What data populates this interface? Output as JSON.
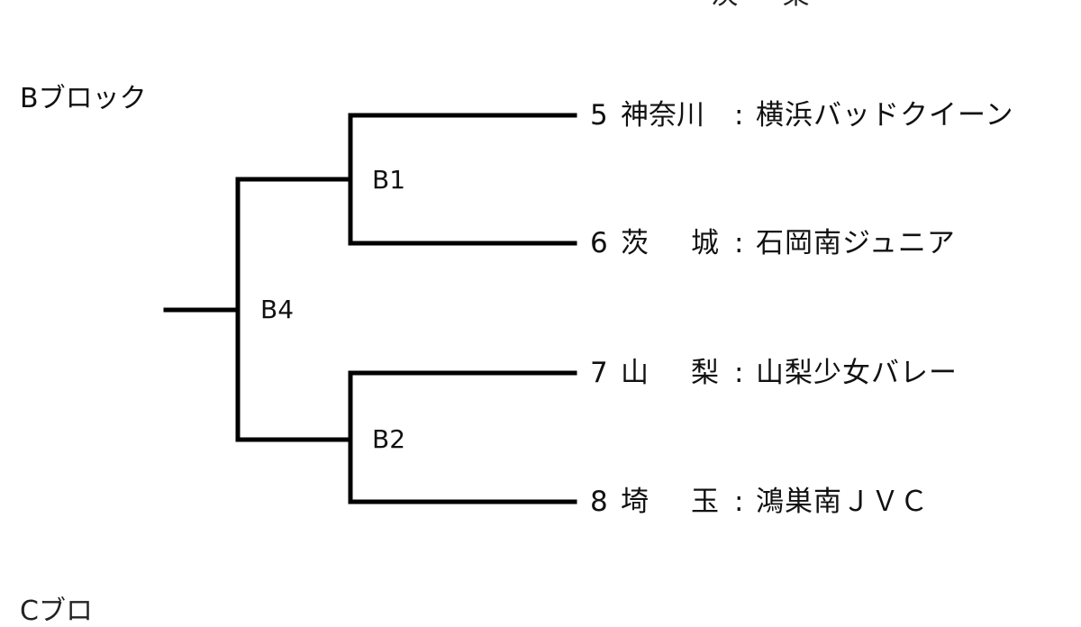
{
  "partial_top_text": "・・・ 茨 ・ 梨",
  "partial_bottom_text": "Cブロ",
  "block_title": "Bブロック",
  "matches": {
    "b1": "B1",
    "b2": "B2",
    "b4": "B4"
  },
  "entries": [
    {
      "seed": "5",
      "pref": "神奈川",
      "pref_first": "神奈川",
      "pref_last": "",
      "colon": ":",
      "team": "横浜バッドクイーン"
    },
    {
      "seed": "6",
      "pref": "茨城",
      "pref_first": "茨",
      "pref_last": "城",
      "colon": ":",
      "team": "石岡南ジュニア"
    },
    {
      "seed": "7",
      "pref": "山梨",
      "pref_first": "山",
      "pref_last": "梨",
      "colon": ":",
      "team": "山梨少女バレー"
    },
    {
      "seed": "8",
      "pref": "埼玉",
      "pref_first": "埼",
      "pref_last": "玉",
      "colon": ":",
      "team": "鴻巣南ＪＶＣ"
    }
  ]
}
